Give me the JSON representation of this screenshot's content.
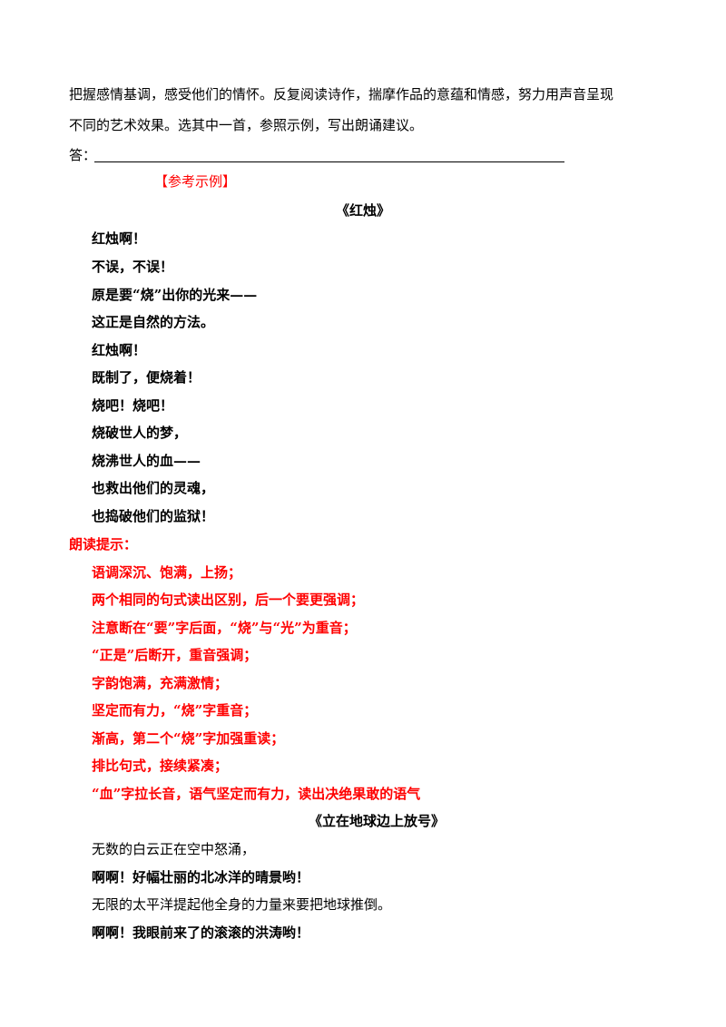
{
  "intro": {
    "line1": "把握感情基调，感受他们的情怀。反复阅读诗作，揣摩作品的意蕴和情感，努力用声音呈现",
    "line2": "不同的艺术效果。选其中一首，参照示例，写出朗诵建议。",
    "answer_label": "答："
  },
  "reference_label": "【参考示例】",
  "poem1": {
    "title": "《红烛》",
    "lines": [
      "红烛啊！",
      "不误，不误！",
      "原是要“烧”出你的光来——",
      "这正是自然的方法。",
      "红烛啊！",
      "既制了，便烧着！",
      "烧吧！烧吧！",
      "烧破世人的梦，",
      "烧沸世人的血——",
      "也救出他们的灵魂，",
      "也捣破他们的监狱！"
    ]
  },
  "reading_tips": {
    "heading": "朗读提示：",
    "items": [
      "语调深沉、饱满，上扬；",
      "两个相同的句式读出区别，后一个要更强调；",
      "注意断在“要”字后面，“烧”与“光”为重音；",
      "“正是”后断开，重音强调；",
      "字韵饱满，充满激情；",
      "坚定而有力，“烧”字重音；",
      "渐高，第二个“烧”字加强重读；",
      "排比句式，接续紧凑；",
      "“血”字拉长音，语气坚定而有力，读出决绝果敢的语气"
    ]
  },
  "poem2": {
    "title": "《立在地球边上放号》",
    "lines": [
      "无数的白云正在空中怒涌，",
      "啊啊！好幅壮丽的北冰洋的晴景哟！",
      "无限的太平洋提起他全身的力量来要把地球推倒。",
      "啊啊！我眼前来了的滚滚的洪涛哟！"
    ]
  },
  "colors": {
    "text": "#000000",
    "emphasis": "#ff0000"
  }
}
